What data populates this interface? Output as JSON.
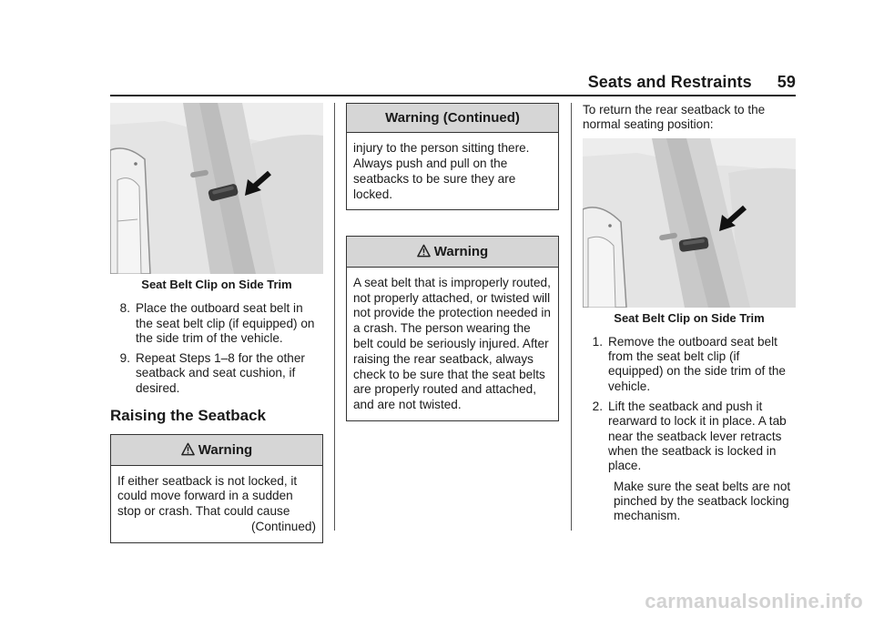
{
  "header": {
    "title": "Seats and Restraints",
    "page_number": "59"
  },
  "col1": {
    "figure_caption": "Seat Belt Clip on Side Trim",
    "steps": [
      {
        "num": "8.",
        "text": "Place the outboard seat belt in the seat belt clip (if equipped) on the side trim of the vehicle."
      },
      {
        "num": "9.",
        "text": "Repeat Steps 1–8 for the other seatback and seat cushion, if desired."
      }
    ],
    "section_title": "Raising the Seatback",
    "warning": {
      "title": "Warning",
      "body": "If either seatback is not locked, it could move forward in a sudden stop or crash. That could cause",
      "continued": "(Continued)"
    }
  },
  "col2": {
    "warning_continued": {
      "title": "Warning  (Continued)",
      "body": "injury to the person sitting there. Always push and pull on the seatbacks to be sure they are locked."
    },
    "warning": {
      "title": "Warning",
      "body": "A seat belt that is improperly routed, not properly attached, or twisted will not provide the protection needed in a crash. The person wearing the belt could be seriously injured. After raising the rear seatback, always check to be sure that the seat belts are properly routed and attached, and are not twisted."
    }
  },
  "col3": {
    "intro": "To return the rear seatback to the normal seating position:",
    "figure_caption": "Seat Belt Clip on Side Trim",
    "steps": [
      {
        "num": "1.",
        "text": "Remove the outboard seat belt from the seat belt clip (if equipped) on the side trim of the vehicle."
      },
      {
        "num": "2.",
        "text": "Lift the seatback and push it rearward to lock it in place. A tab near the seatback lever retracts when the seatback is locked in place."
      }
    ],
    "step_note": "Make sure the seat belts are not pinched by the seatback locking mechanism."
  },
  "watermark": "carmanualsonline.info",
  "colors": {
    "warning_header_bg": "#d6d6d6",
    "rule": "#222222"
  }
}
